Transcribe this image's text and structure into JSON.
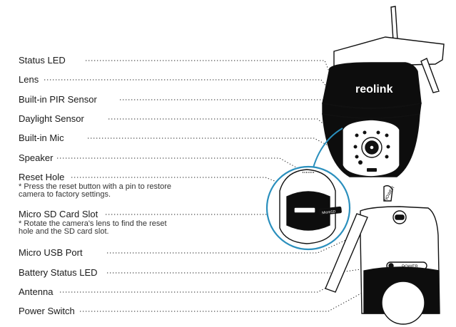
{
  "labels": [
    {
      "id": "status-led",
      "text": "Status LED"
    },
    {
      "id": "lens",
      "text": "Lens"
    },
    {
      "id": "pir-sensor",
      "text": "Built-in PIR Sensor"
    },
    {
      "id": "daylight-sensor",
      "text": "Daylight Sensor"
    },
    {
      "id": "mic",
      "text": "Built-in Mic"
    },
    {
      "id": "speaker",
      "text": "Speaker"
    },
    {
      "id": "reset-hole",
      "text": "Reset Hole"
    },
    {
      "id": "sd-slot",
      "text": "Micro SD Card Slot"
    },
    {
      "id": "usb-port",
      "text": "Micro USB Port"
    },
    {
      "id": "battery-led",
      "text": "Battery Status LED"
    },
    {
      "id": "antenna",
      "text": "Antenna"
    },
    {
      "id": "power-switch",
      "text": "Power Switch"
    }
  ],
  "notes": {
    "reset_line1": "* Press the reset button with a pin to restore",
    "reset_line2": "camera to factory settings.",
    "sd_line1": "* Rotate the camera's lens to find the reset",
    "sd_line2": "hole and the SD card slot."
  },
  "device": {
    "brand": "reolink",
    "power_text": "POWER",
    "sd_text": "MicroSD",
    "eject_text": "NOWER"
  },
  "colors": {
    "callout": "#2a8fbd",
    "line": "#222222",
    "text": "#1a1a1a"
  }
}
